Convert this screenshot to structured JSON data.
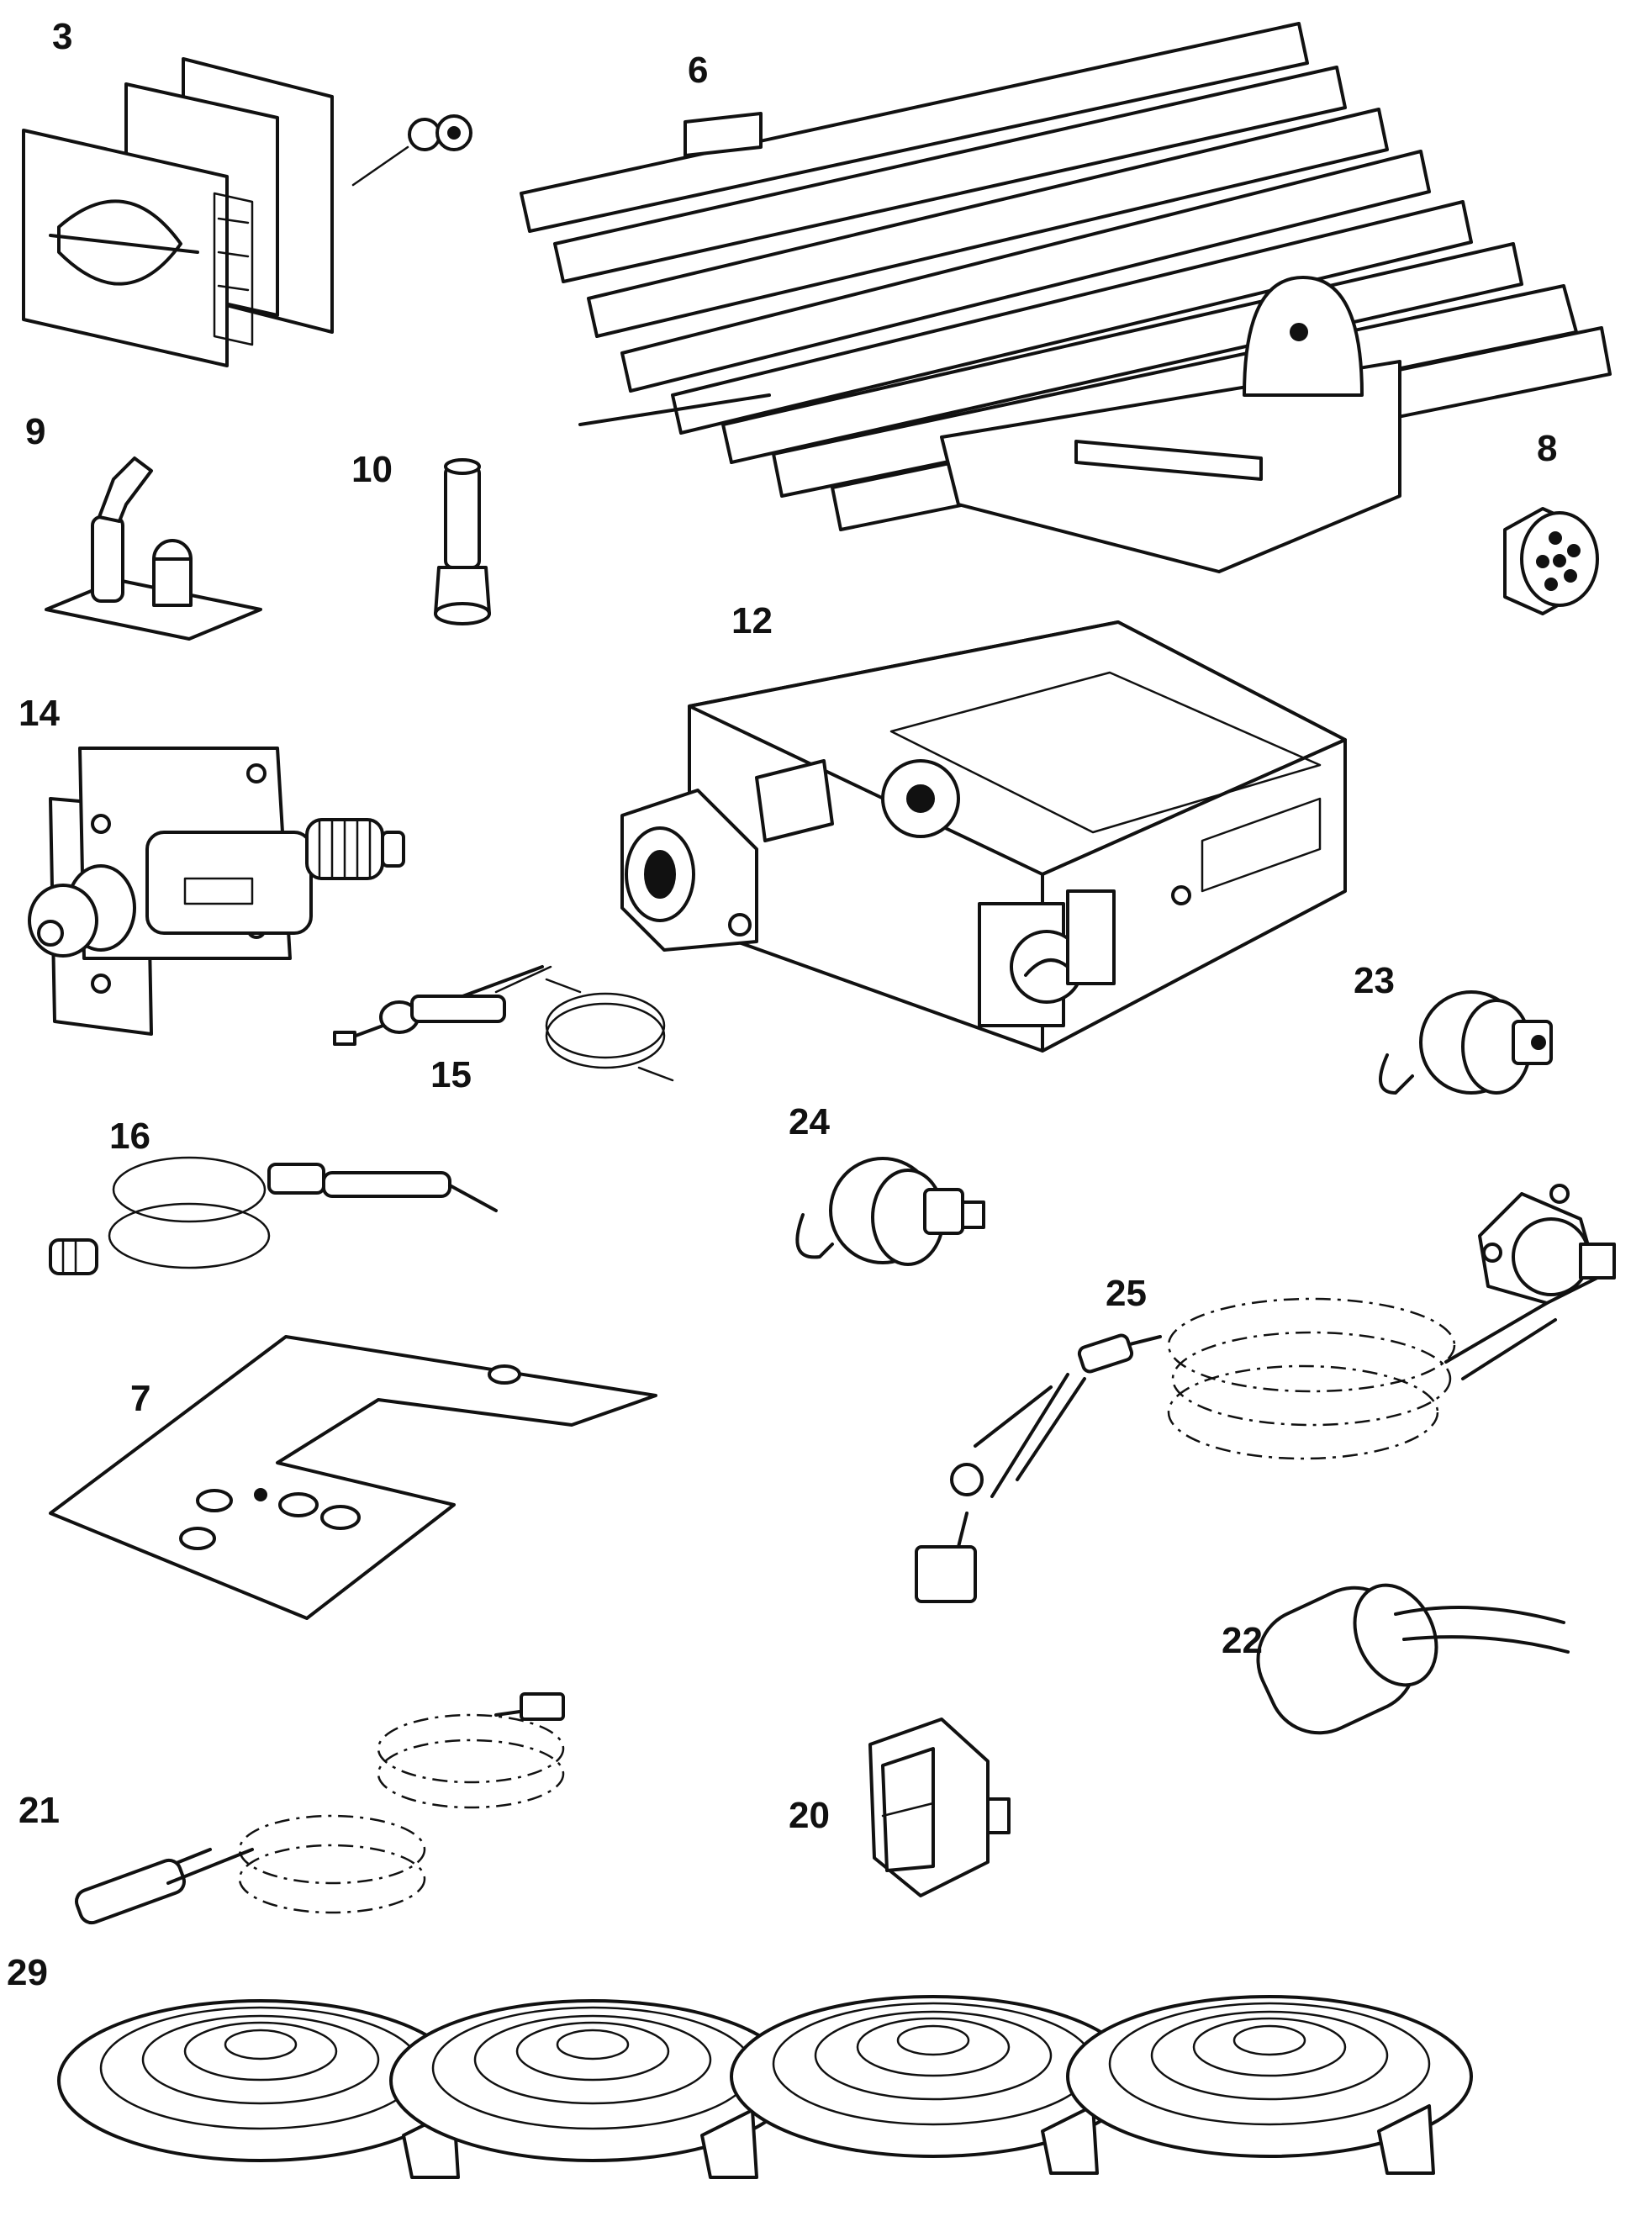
{
  "parts": [
    {
      "id": "part-3",
      "label": "3"
    },
    {
      "id": "part-6",
      "label": "6"
    },
    {
      "id": "part-9",
      "label": "9"
    },
    {
      "id": "part-10",
      "label": "10"
    },
    {
      "id": "part-8",
      "label": "8"
    },
    {
      "id": "part-12",
      "label": "12"
    },
    {
      "id": "part-14",
      "label": "14"
    },
    {
      "id": "part-15",
      "label": "15"
    },
    {
      "id": "part-23",
      "label": "23"
    },
    {
      "id": "part-16",
      "label": "16"
    },
    {
      "id": "part-24",
      "label": "24"
    },
    {
      "id": "part-25",
      "label": "25"
    },
    {
      "id": "part-7",
      "label": "7"
    },
    {
      "id": "part-22",
      "label": "22"
    },
    {
      "id": "part-21",
      "label": "21"
    },
    {
      "id": "part-20",
      "label": "20"
    },
    {
      "id": "part-29",
      "label": "29"
    }
  ]
}
